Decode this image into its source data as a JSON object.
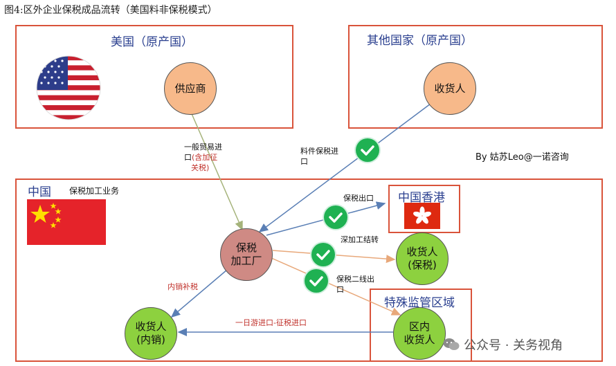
{
  "title": "图4:区外企业保税成品流转（美国料非保税模式）",
  "regions": {
    "usa": "美国（原产国）",
    "other": "其他国家（原产国）",
    "china": "中国",
    "hongkong": "中国香港",
    "special_zone": "特殊监管区域"
  },
  "china_business": "保税加工业务",
  "nodes": {
    "supplier": "供应商",
    "receiver_other": "收货人",
    "factory_line1": "保税",
    "factory_line2": "加工厂",
    "receiver_bonded_line1": "收货人",
    "receiver_bonded_line2": "(保税)",
    "receiver_domestic_line1": "收货人",
    "receiver_domestic_line2": "(内销)",
    "zone_receiver_line1": "区内",
    "zone_receiver_line2": "收货人"
  },
  "edges": {
    "general_trade_line1": "一般贸易进",
    "general_trade_line2": "口",
    "general_trade_red1": "(含加征",
    "general_trade_red2": "关税)",
    "materials_bonded_line1": "料件保税进",
    "materials_bonded_line2": "口",
    "bonded_export": "保税出口",
    "deep_processing": "深加工结转",
    "bonded_second_line1": "保税二线出",
    "bonded_second_line2": "口",
    "domestic_tax": "内销补税",
    "one_day_tour": "一日游进口-征税进口"
  },
  "credit": "By  姑苏Leo@一诺咨询",
  "watermark": "公众号 · 关务视角",
  "colors": {
    "region_border": "#d9533a",
    "region_label": "#2a3f8f",
    "node_orange": "#f7b98a",
    "node_green": "#8dd13f",
    "node_pink": "#cf8a84",
    "check_green": "#1fb152",
    "arrow_blue": "#5a7fb5",
    "arrow_orange": "#e8a87a",
    "arrow_olive": "#a5b37a",
    "arrow_red": "#c0312b"
  },
  "icons": [
    "us-flag-icon",
    "china-flag-icon",
    "hongkong-flag-icon",
    "check-icon",
    "wechat-icon"
  ]
}
